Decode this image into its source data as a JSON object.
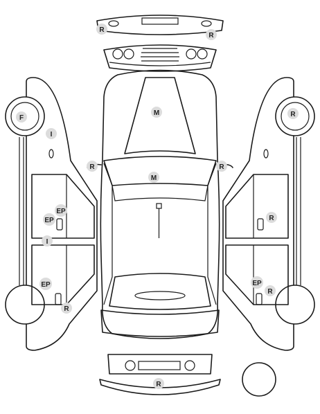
{
  "diagram": {
    "background": "#ffffff",
    "line_color": "#1a1a1a",
    "badge_color": "#dcdcdc",
    "markers": {
      "rear_bumper_left": "R",
      "rear_bumper_right": "R",
      "roof": "M",
      "hood": "M",
      "mirror_left": "R",
      "mirror_right": "R",
      "left_front_wheel": "F",
      "left_fender": "I",
      "left_front_door_a": "EP",
      "left_front_door_b": "EP",
      "left_rocker": "I",
      "left_rear_door": "EP",
      "left_rear_door_handle": "R",
      "right_rear_wheel": "R",
      "right_front_door": "R",
      "right_rear_door_ep": "EP",
      "right_rear_door_r": "R",
      "front_bumper": "R"
    }
  }
}
